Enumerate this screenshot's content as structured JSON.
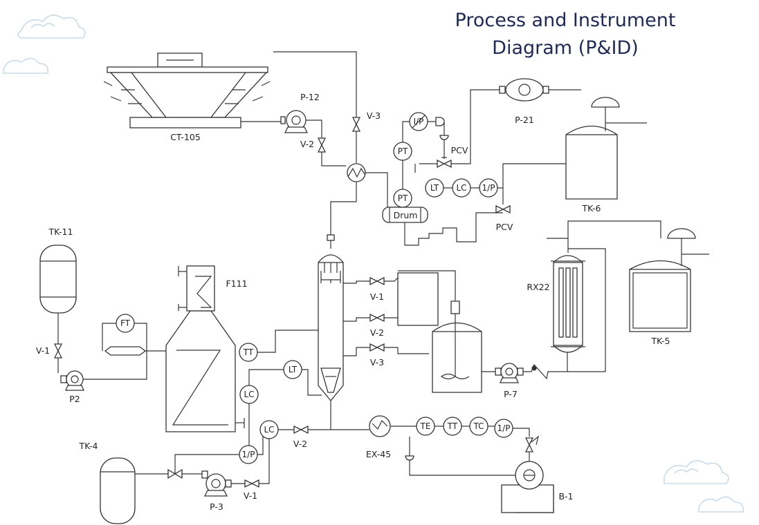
{
  "title_line1": "Process and Instrument",
  "title_line2": "Diagram (P&ID)",
  "equipment": {
    "ct105": "CT-105",
    "p12": "P-12",
    "v2_top": "V-2",
    "v3_top": "V-3",
    "p21": "P-21",
    "pcv_top": "PCV",
    "pcv_mid": "PCV",
    "drum": "Drum",
    "tk6": "TK-6",
    "tk11": "TK-11",
    "v1_left": "V-1",
    "p2": "P2",
    "f111": "F111",
    "v1_col": "V-1",
    "v2_col": "V-2",
    "v3_col": "V-3",
    "rx22": "RX22",
    "tk5": "TK-5",
    "p7": "P-7",
    "tk4": "TK-4",
    "p3": "P-3",
    "v1_bottom": "V-1",
    "v2_bottom": "V-2",
    "ex45": "EX-45",
    "b1": "B-1"
  },
  "instruments": {
    "ip_top": "I/P",
    "pt_upper": "PT",
    "pt_lower": "PT",
    "lt_top": "LT",
    "lc_top": "LC",
    "ip_mid": "1/P",
    "ft": "FT",
    "tt": "TT",
    "lt_col": "LT",
    "lc_left": "LC",
    "lc_bottom": "LC",
    "ip_bottom": "1/P",
    "te": "TE",
    "tt_ex": "TT",
    "tc": "TC",
    "ip_ex": "1/P"
  }
}
